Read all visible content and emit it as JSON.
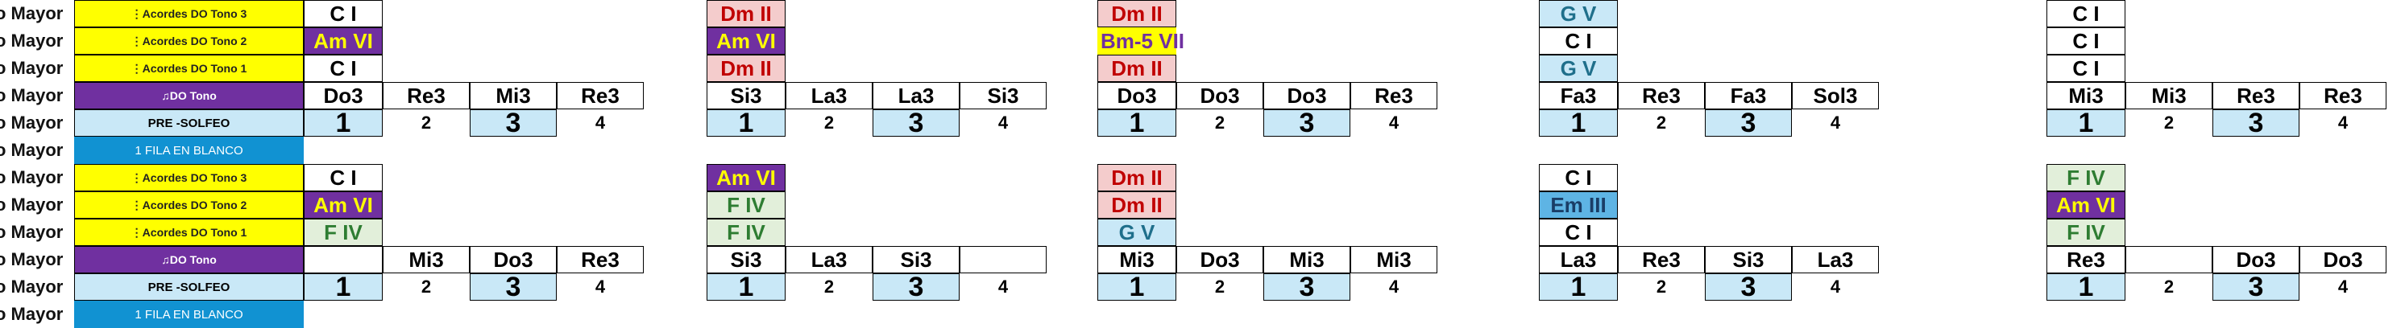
{
  "colors": {
    "label_yellow": "#ffff00",
    "label_purple": "#7030a0",
    "label_blue": "#c9e8f7",
    "label_teal": "#1192d2",
    "beat_highlight": "#c9e8f7",
    "chord_white": "#ffffff",
    "chord_pink": "#f4cccc",
    "chord_pink_text": "#c00000",
    "chord_purple": "#7030a0",
    "chord_purple_text": "#ffff00",
    "chord_yellow": "#ffff00",
    "chord_yellow_text": "#7030a0",
    "chord_lightblue": "#c9e8f7",
    "chord_lightblue_text": "#1f6f8b",
    "chord_blue": "#5eb4e4",
    "chord_blue_text": "#1a3d66",
    "chord_green": "#e2efda",
    "chord_green_text": "#2e7d32"
  },
  "icons": {
    "vertical-ellipsis": "⋮",
    "music-note": "♫"
  },
  "row_headers": [
    "o Mayor",
    "o Mayor",
    "o Mayor",
    "o Mayor",
    "o Mayor",
    "o Mayor",
    "o Mayor",
    "o Mayor",
    "o Mayor",
    "o Mayor",
    "o Mayor",
    "o Mayor"
  ],
  "blocks": [
    {
      "labels": {
        "chords3": "Acordes DO Tono 3",
        "chords2": "Acordes DO Tono 2",
        "chords1": "Acordes DO Tono 1",
        "tone": "DO Tono",
        "presolfeo": "PRE -SOLFEO",
        "blank": "1 FILA EN BLANCO"
      },
      "measures": [
        {
          "chords": [
            {
              "text": "C I",
              "style": "white"
            },
            {
              "text": "Am VI",
              "style": "purple"
            },
            {
              "text": "C I",
              "style": "white"
            }
          ],
          "notes": [
            "Do3",
            "Re3",
            "Mi3",
            "Re3"
          ],
          "beats": [
            "1",
            "2",
            "3",
            "4"
          ]
        },
        {
          "chords": [
            {
              "text": "Dm II",
              "style": "pink"
            },
            {
              "text": "Am VI",
              "style": "purple"
            },
            {
              "text": "Dm II",
              "style": "pink"
            }
          ],
          "notes": [
            "Si3",
            "La3",
            "La3",
            "Si3"
          ],
          "beats": [
            "1",
            "2",
            "3",
            "4"
          ]
        },
        {
          "chords": [
            {
              "text": "Dm II",
              "style": "pink"
            },
            {
              "text": "Bm-5 VII",
              "style": "yellow"
            },
            {
              "text": "Dm II",
              "style": "pink"
            }
          ],
          "notes": [
            "Do3",
            "Do3",
            "Do3",
            "Re3"
          ],
          "beats": [
            "1",
            "2",
            "3",
            "4"
          ]
        },
        {
          "chords": [
            {
              "text": "G V",
              "style": "lightblue"
            },
            {
              "text": "C I",
              "style": "white"
            },
            {
              "text": "G V",
              "style": "lightblue"
            }
          ],
          "notes": [
            "Fa3",
            "Re3",
            "Fa3",
            "Sol3"
          ],
          "beats": [
            "1",
            "2",
            "3",
            "4"
          ]
        },
        {
          "chords": [
            {
              "text": "C I",
              "style": "white"
            },
            {
              "text": "C I",
              "style": "white"
            },
            {
              "text": "C I",
              "style": "white"
            }
          ],
          "notes": [
            "Mi3",
            "Mi3",
            "Re3",
            "Re3"
          ],
          "beats": [
            "1",
            "2",
            "3",
            "4"
          ]
        }
      ]
    },
    {
      "labels": {
        "chords3": "Acordes DO Tono 3",
        "chords2": "Acordes DO Tono 2",
        "chords1": "Acordes DO Tono 1",
        "tone": "DO Tono",
        "presolfeo": "PRE -SOLFEO",
        "blank": "1 FILA EN BLANCO"
      },
      "measures": [
        {
          "chords": [
            {
              "text": "C I",
              "style": "white"
            },
            {
              "text": "Am VI",
              "style": "purple"
            },
            {
              "text": "F IV",
              "style": "green"
            }
          ],
          "notes": [
            "",
            "Mi3",
            "Do3",
            "Re3"
          ],
          "beats": [
            "1",
            "2",
            "3",
            "4"
          ]
        },
        {
          "chords": [
            {
              "text": "Am VI",
              "style": "purple"
            },
            {
              "text": "F IV",
              "style": "green"
            },
            {
              "text": "F IV",
              "style": "green"
            }
          ],
          "notes": [
            "Si3",
            "La3",
            "Si3",
            ""
          ],
          "beats": [
            "1",
            "2",
            "3",
            "4"
          ]
        },
        {
          "chords": [
            {
              "text": "Dm II",
              "style": "pink"
            },
            {
              "text": "Dm II",
              "style": "pink"
            },
            {
              "text": "G V",
              "style": "lightblue"
            }
          ],
          "notes": [
            "Mi3",
            "Do3",
            "Mi3",
            "Mi3"
          ],
          "beats": [
            "1",
            "2",
            "3",
            "4"
          ]
        },
        {
          "chords": [
            {
              "text": "C I",
              "style": "white"
            },
            {
              "text": "Em III",
              "style": "blue"
            },
            {
              "text": "C I",
              "style": "white"
            }
          ],
          "notes": [
            "La3",
            "Re3",
            "Si3",
            "La3"
          ],
          "beats": [
            "1",
            "2",
            "3",
            "4"
          ]
        },
        {
          "chords": [
            {
              "text": "F IV",
              "style": "green"
            },
            {
              "text": "Am VI",
              "style": "purple"
            },
            {
              "text": "F IV",
              "style": "green"
            }
          ],
          "notes": [
            "Re3",
            "",
            "Do3",
            "Do3"
          ],
          "beats": [
            "1",
            "2",
            "3",
            "4"
          ]
        }
      ]
    }
  ]
}
